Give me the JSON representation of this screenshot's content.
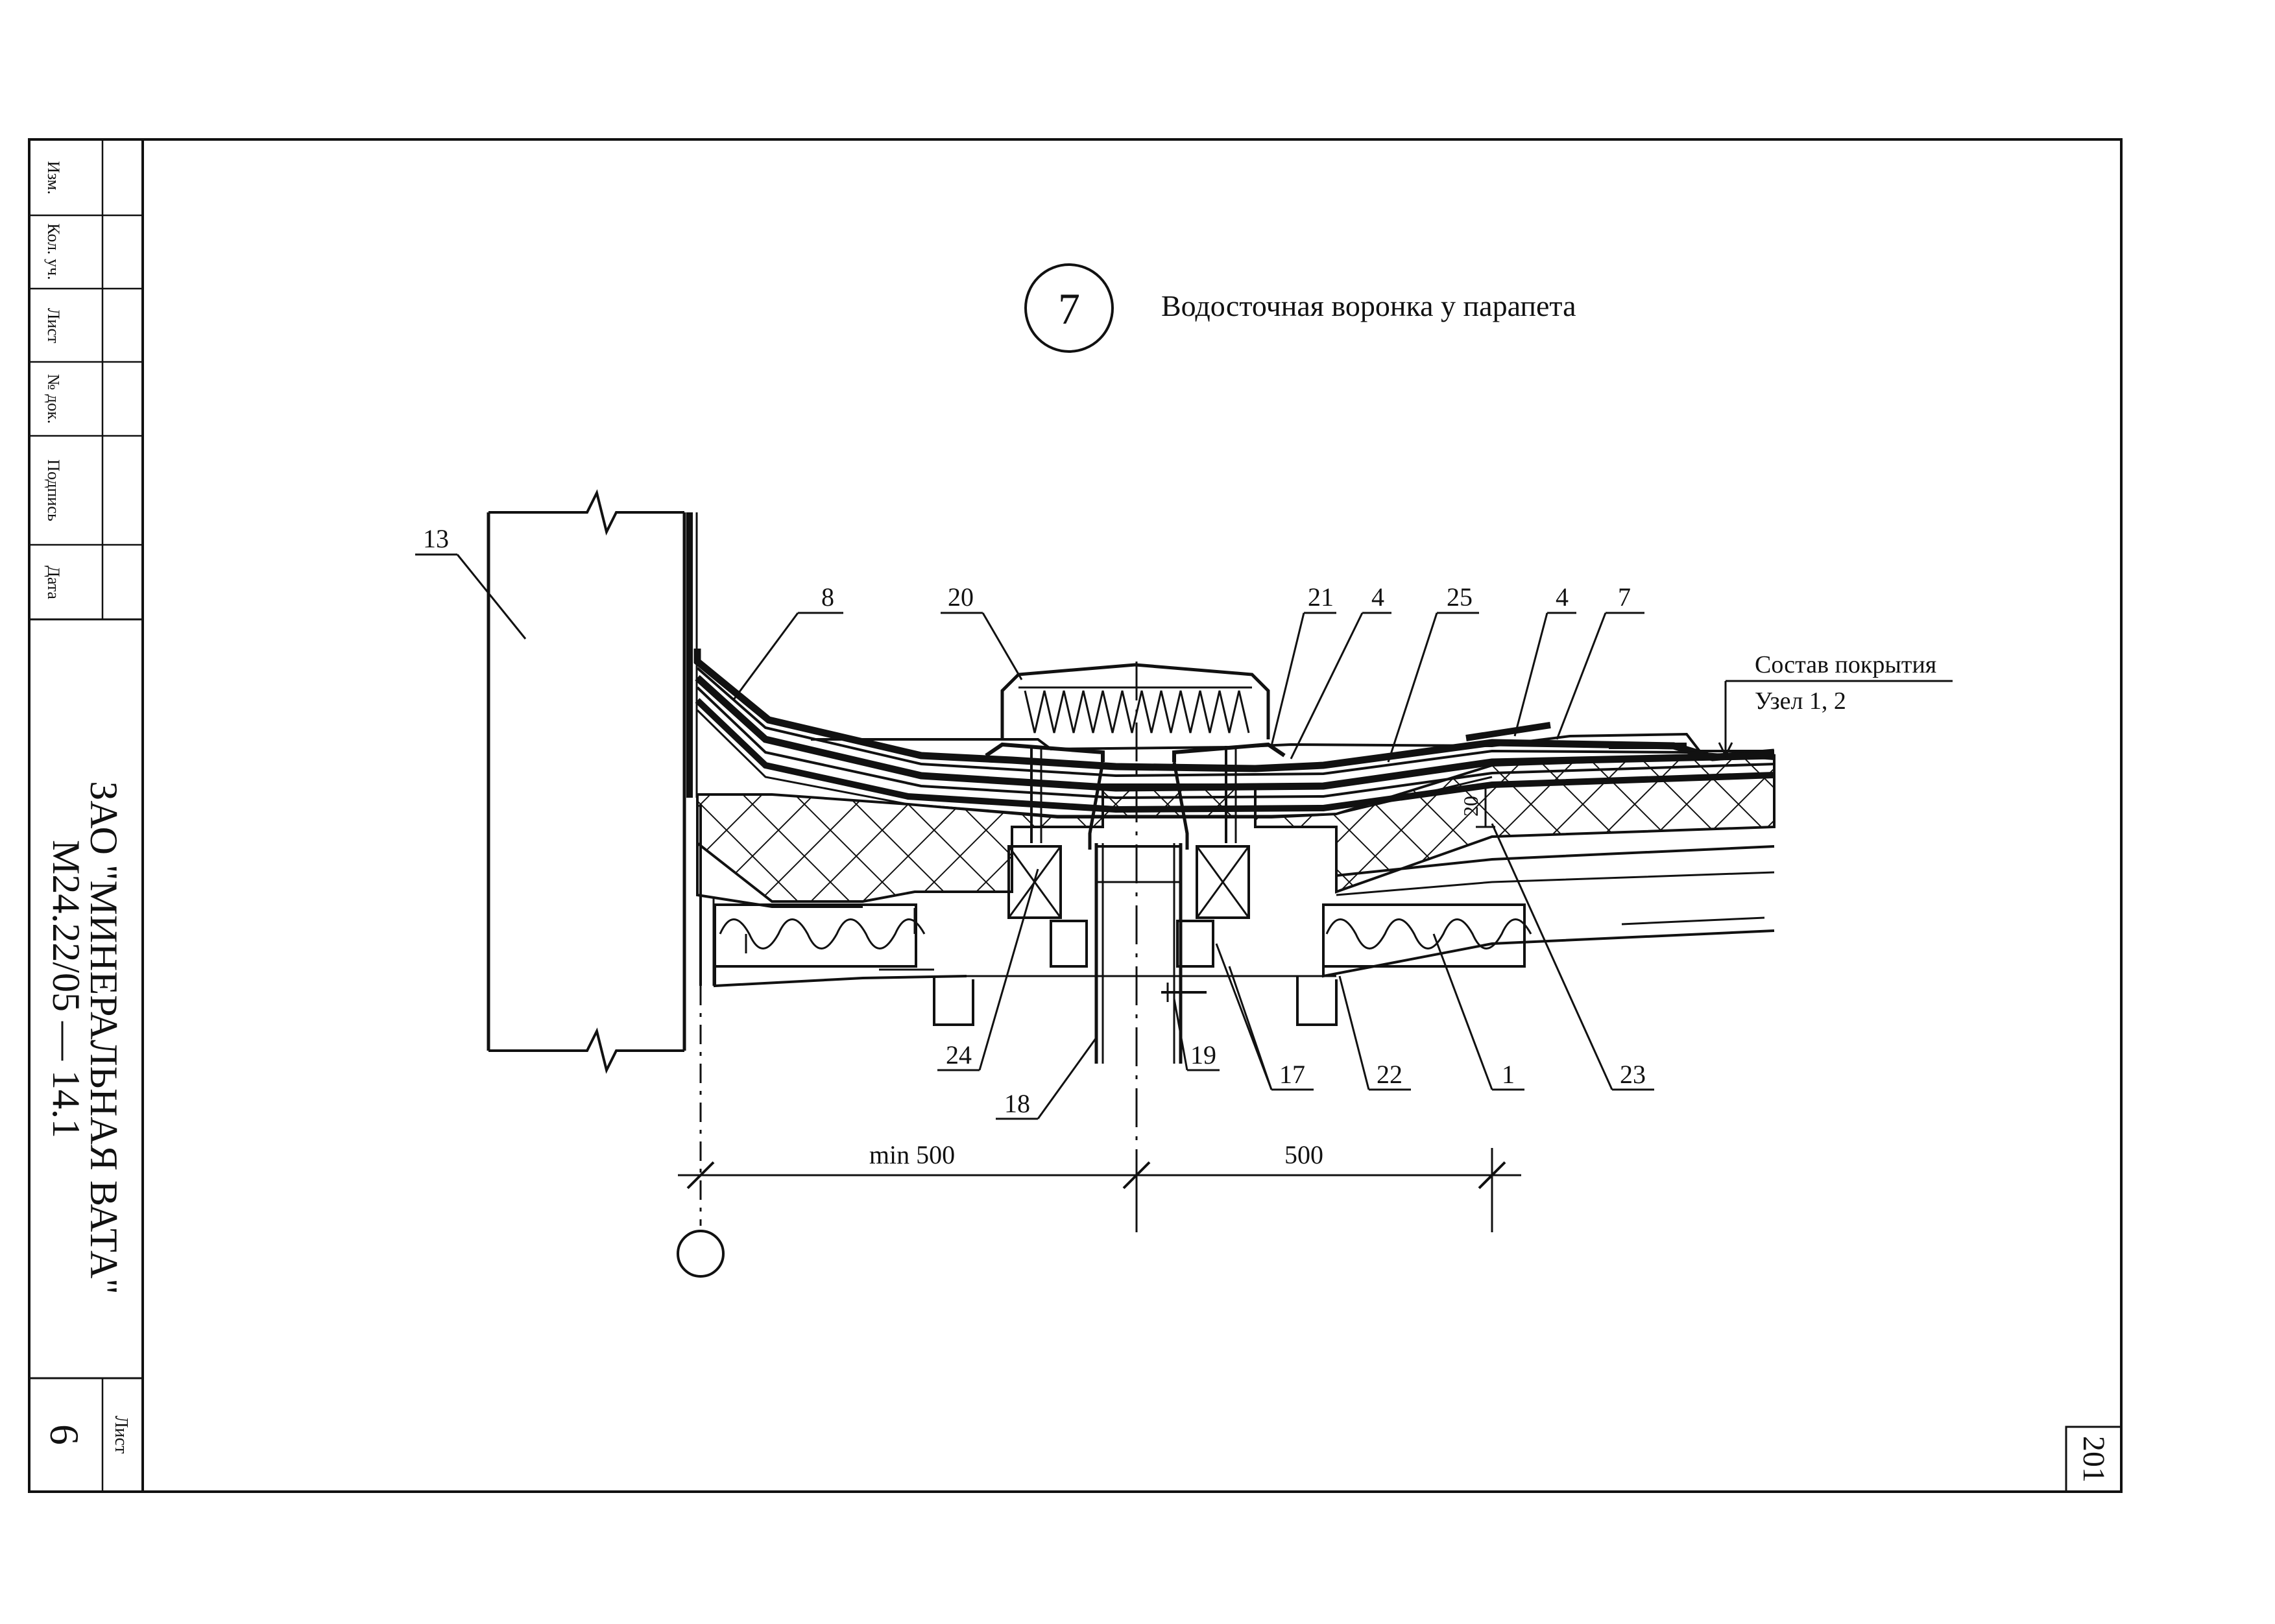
{
  "title_block": {
    "revision_headers": [
      "Изм.",
      "Кол. уч.",
      "Лист",
      "№ док.",
      "Подпись",
      "Дата"
    ],
    "company": "ЗАО \"МИНЕРАЛЬНАЯ ВАТА\"",
    "doc_code": "М24.22/05 — 14.1",
    "sheet_label": "Лист",
    "sheet_number": "6",
    "page_number": "201"
  },
  "drawing": {
    "node_number": "7",
    "node_title": "Водосточная воронка у парапета",
    "composition_label": "Состав покрытия",
    "composition_ref": "Узел 1, 2",
    "callouts": {
      "c13": "13",
      "c8": "8",
      "c20": "20",
      "c21": "21",
      "c4a": "4",
      "c25": "25",
      "c4b": "4",
      "c7": "7",
      "c24": "24",
      "c18": "18",
      "c19": "19",
      "c17": "17",
      "c22": "22",
      "c1": "1",
      "c23": "23"
    },
    "dim_20": "20",
    "dim_left": "min 500",
    "dim_right": "500"
  },
  "colors": {
    "ink": "#111111",
    "paper": "#ffffff"
  }
}
